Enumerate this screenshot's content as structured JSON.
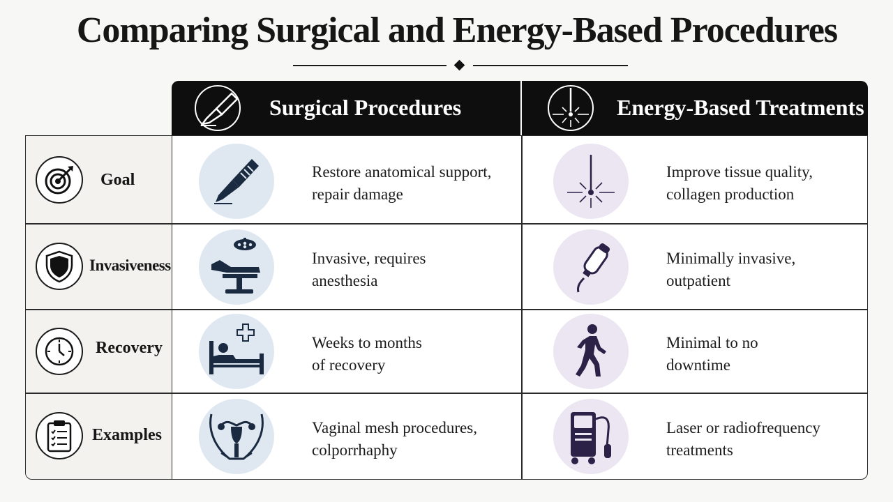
{
  "title": "Comparing Surgical and Energy-Based Procedures",
  "columns": {
    "surgical": {
      "label": "Surgical Procedures",
      "icon": "scalpel-icon"
    },
    "energy": {
      "label": "Energy-Based Treatments",
      "icon": "laser-beam-icon"
    }
  },
  "rows": [
    {
      "label": "Goal",
      "icon": "target-icon",
      "surgical": {
        "line1": "Restore anatomical support,",
        "line2": "repair damage",
        "icon": "scalpel-icon"
      },
      "energy": {
        "line1": "Improve tissue quality,",
        "line2": "collagen production",
        "icon": "laser-beam-icon"
      }
    },
    {
      "label": "Invasiveness",
      "icon": "shield-icon",
      "surgical": {
        "line1": "Invasive, requires",
        "line2": "anesthesia",
        "icon": "operating-table-icon"
      },
      "energy": {
        "line1": "Minimally invasive,",
        "line2": "outpatient",
        "icon": "handheld-probe-icon"
      }
    },
    {
      "label": "Recovery",
      "icon": "clock-icon",
      "surgical": {
        "line1": "Weeks to months",
        "line2": "of recovery",
        "icon": "hospital-bed-icon"
      },
      "energy": {
        "line1": "Minimal to no",
        "line2": "downtime",
        "icon": "walking-person-icon"
      }
    },
    {
      "label": "Examples",
      "icon": "clipboard-icon",
      "surgical": {
        "line1": "Vaginal mesh procedures,",
        "line2": "colporrhaphy",
        "icon": "pelvic-anatomy-icon"
      },
      "energy": {
        "line1": "Laser or radiofrequency",
        "line2": "treatments",
        "icon": "laser-device-icon"
      }
    }
  ],
  "colors": {
    "header_bg": "#0e0e0e",
    "surgical_icon_bg": "#dfe8f1",
    "energy_icon_bg": "#ebe6f2",
    "label_col_bg": "#f3f2ee",
    "surgical_icon": "#1a2a40",
    "energy_icon": "#2c2146"
  }
}
